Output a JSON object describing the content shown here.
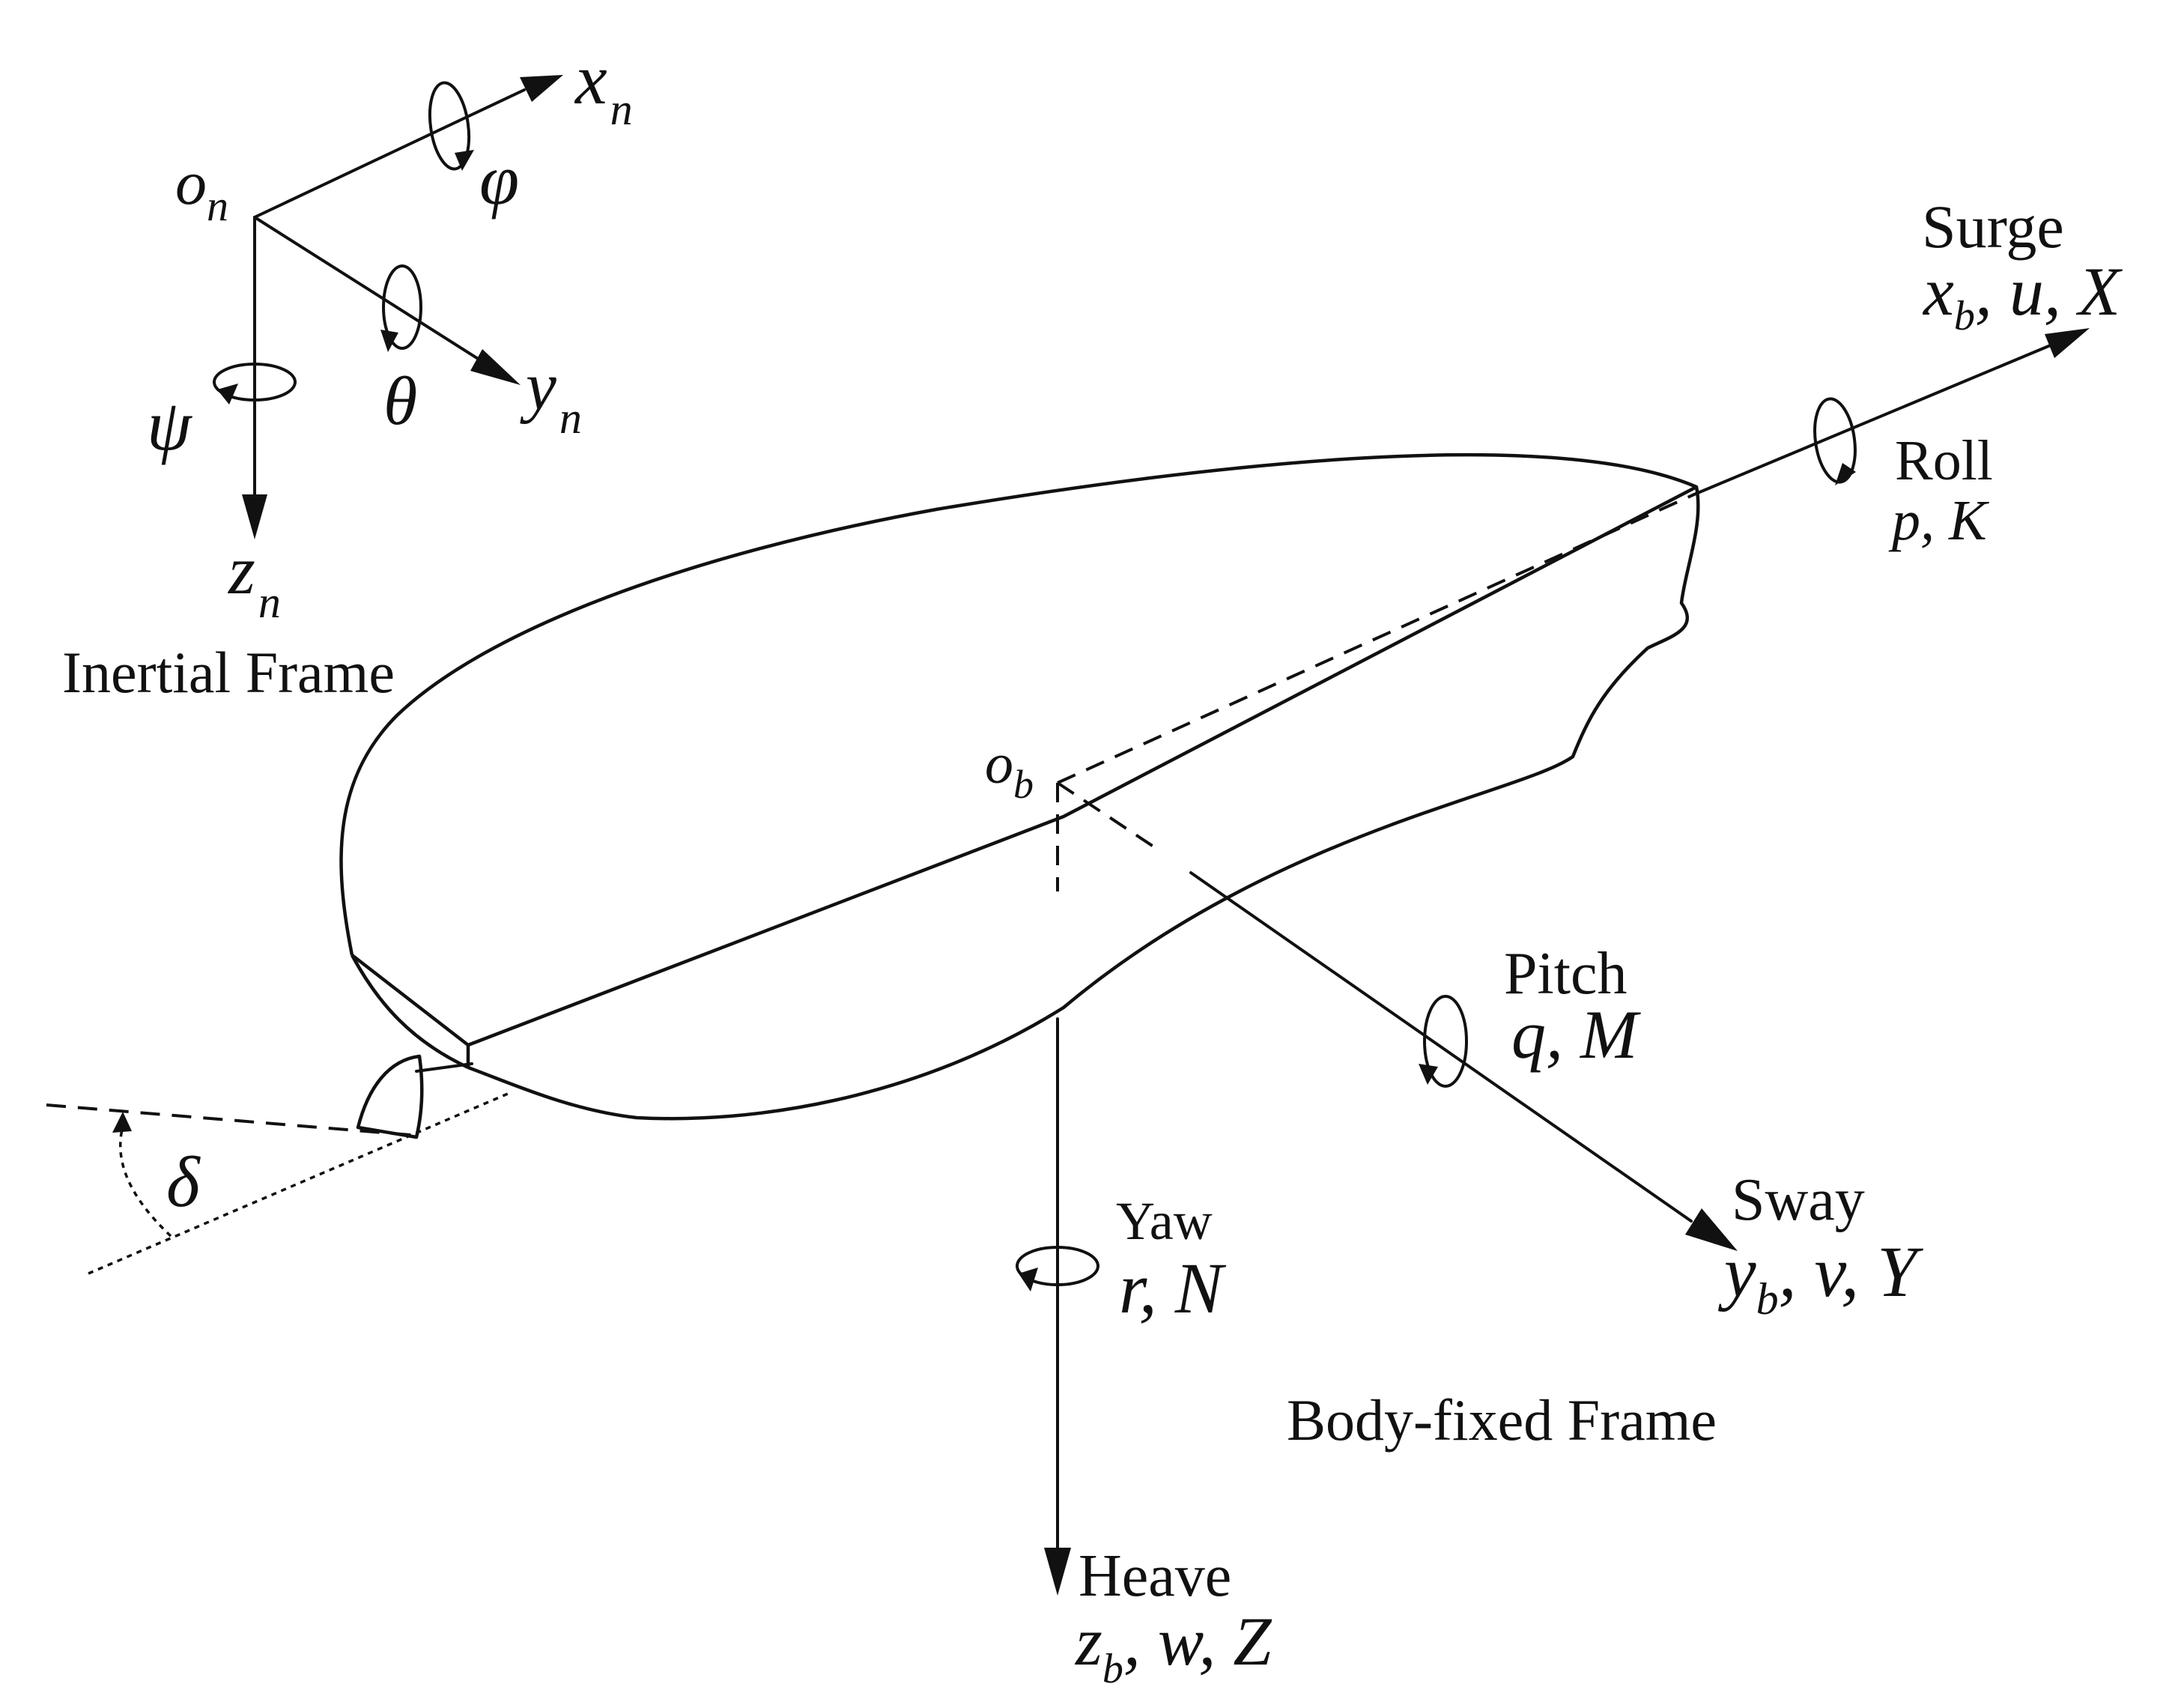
{
  "inertial": {
    "origin": "o",
    "origin_sub": "n",
    "x_axis": "x",
    "x_sub": "n",
    "y_axis": "y",
    "y_sub": "n",
    "z_axis": "z",
    "z_sub": "n",
    "roll_angle": "φ",
    "pitch_angle": "θ",
    "yaw_angle": "ψ",
    "caption": "Inertial Frame"
  },
  "body": {
    "origin": "o",
    "origin_sub": "b",
    "caption": "Body-fixed Frame",
    "rudder_angle": "δ",
    "surge": {
      "name": "Surge",
      "axis": "x",
      "axis_sub": "b",
      "rest": ", u, X"
    },
    "sway": {
      "name": "Sway",
      "axis": "y",
      "axis_sub": "b",
      "rest": ", v, Y"
    },
    "heave": {
      "name": "Heave",
      "axis": "z",
      "axis_sub": "b",
      "rest": ", w, Z"
    },
    "roll": {
      "name": "Roll",
      "vars": "p, K"
    },
    "pitch": {
      "name": "Pitch",
      "vars": "q, M"
    },
    "yaw": {
      "name": "Yaw",
      "vars": "r, N"
    }
  }
}
